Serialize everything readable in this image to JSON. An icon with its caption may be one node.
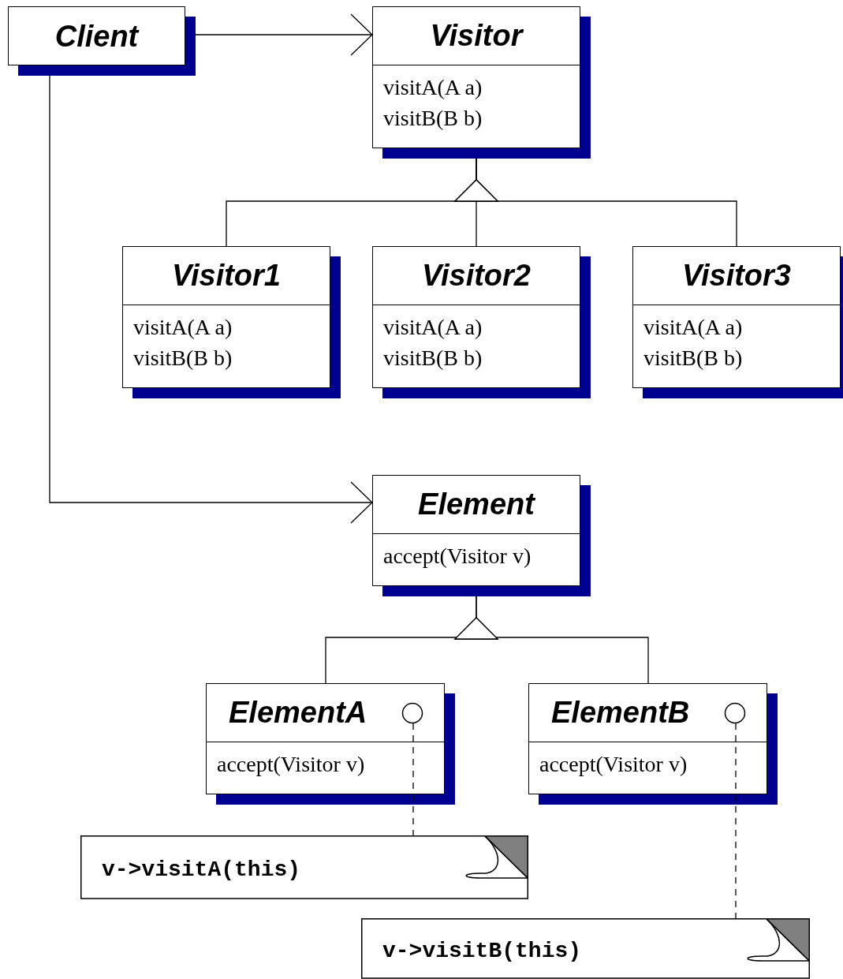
{
  "diagram": {
    "nodes": [
      {
        "text": [
          "Client"
        ]
      },
      {
        "text": [
          "Visitor",
          "visitA(A a)",
          "visitB(B b)"
        ]
      },
      {
        "text": [
          "Visitor1",
          "visitA(A a)",
          "visitB(B b)"
        ]
      },
      {
        "text": [
          "Visitor2",
          "visitA(A a)",
          "visitB(B b)"
        ]
      },
      {
        "text": [
          "Visitor3",
          "visitA(A a)",
          "visitB(B b)"
        ]
      },
      {
        "text": [
          "Element",
          "accept(Visitor v)"
        ]
      },
      {
        "text": [
          "ElementA",
          "accept(Visitor v)"
        ]
      },
      {
        "text": [
          "ElementB",
          "accept(Visitor v)"
        ]
      },
      {
        "text": [
          "v->visitA(this)"
        ]
      },
      {
        "text": [
          "v->visitB(this)"
        ]
      }
    ],
    "edges": [
      {
        "from": 0,
        "to": 1,
        "arrow": "to"
      },
      {
        "from": 0,
        "to": 5,
        "arrow": "to"
      },
      {
        "from": 2,
        "to": 1,
        "arrow": "to"
      },
      {
        "from": 3,
        "to": 1,
        "arrow": "to"
      },
      {
        "from": 4,
        "to": 1,
        "arrow": "to"
      },
      {
        "from": 6,
        "to": 5,
        "arrow": "to"
      },
      {
        "from": 7,
        "to": 5,
        "arrow": "to"
      },
      {
        "from": 6,
        "to": 8,
        "arrow": "none",
        "style": "dashed"
      },
      {
        "from": 7,
        "to": 9,
        "arrow": "none",
        "style": "dashed"
      }
    ]
  }
}
